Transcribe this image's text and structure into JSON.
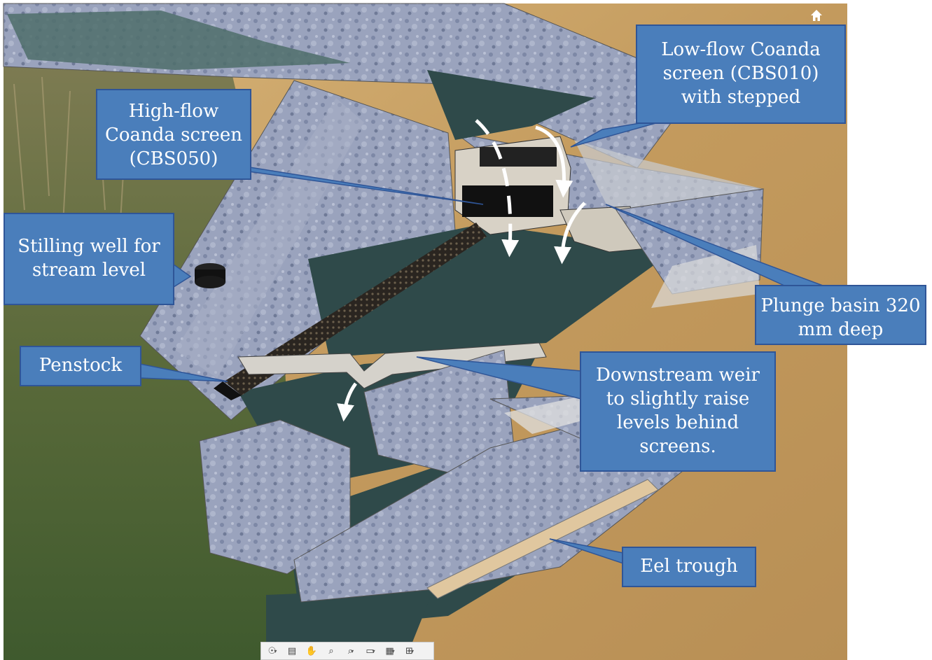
{
  "callouts": {
    "low_flow": "Low-flow Coanda screen (CBS010) with stepped",
    "high_flow": "High-flow Coanda screen (CBS050)",
    "stilling_well": "Stilling well for stream level",
    "plunge_basin": "Plunge basin 320 mm deep",
    "penstock": "Penstock",
    "downstream_weir": "Downstream weir to slightly raise levels behind screens.",
    "eel_trough": "Eel trough"
  },
  "colors": {
    "callout_fill": "#4a7ebb",
    "callout_border": "#2f5597",
    "water": "#2f4a4a",
    "concrete": "#8d97b0",
    "sand": "#c9a46a",
    "vegetation": "#5d6b3c"
  },
  "icons": {
    "home": "home-icon",
    "navbar": [
      "orbit-icon",
      "pan-camera-icon",
      "pan-icon",
      "zoom-window-icon",
      "zoom-icon",
      "display-style-icon",
      "grid-icon",
      "viewport-layout-icon"
    ]
  }
}
